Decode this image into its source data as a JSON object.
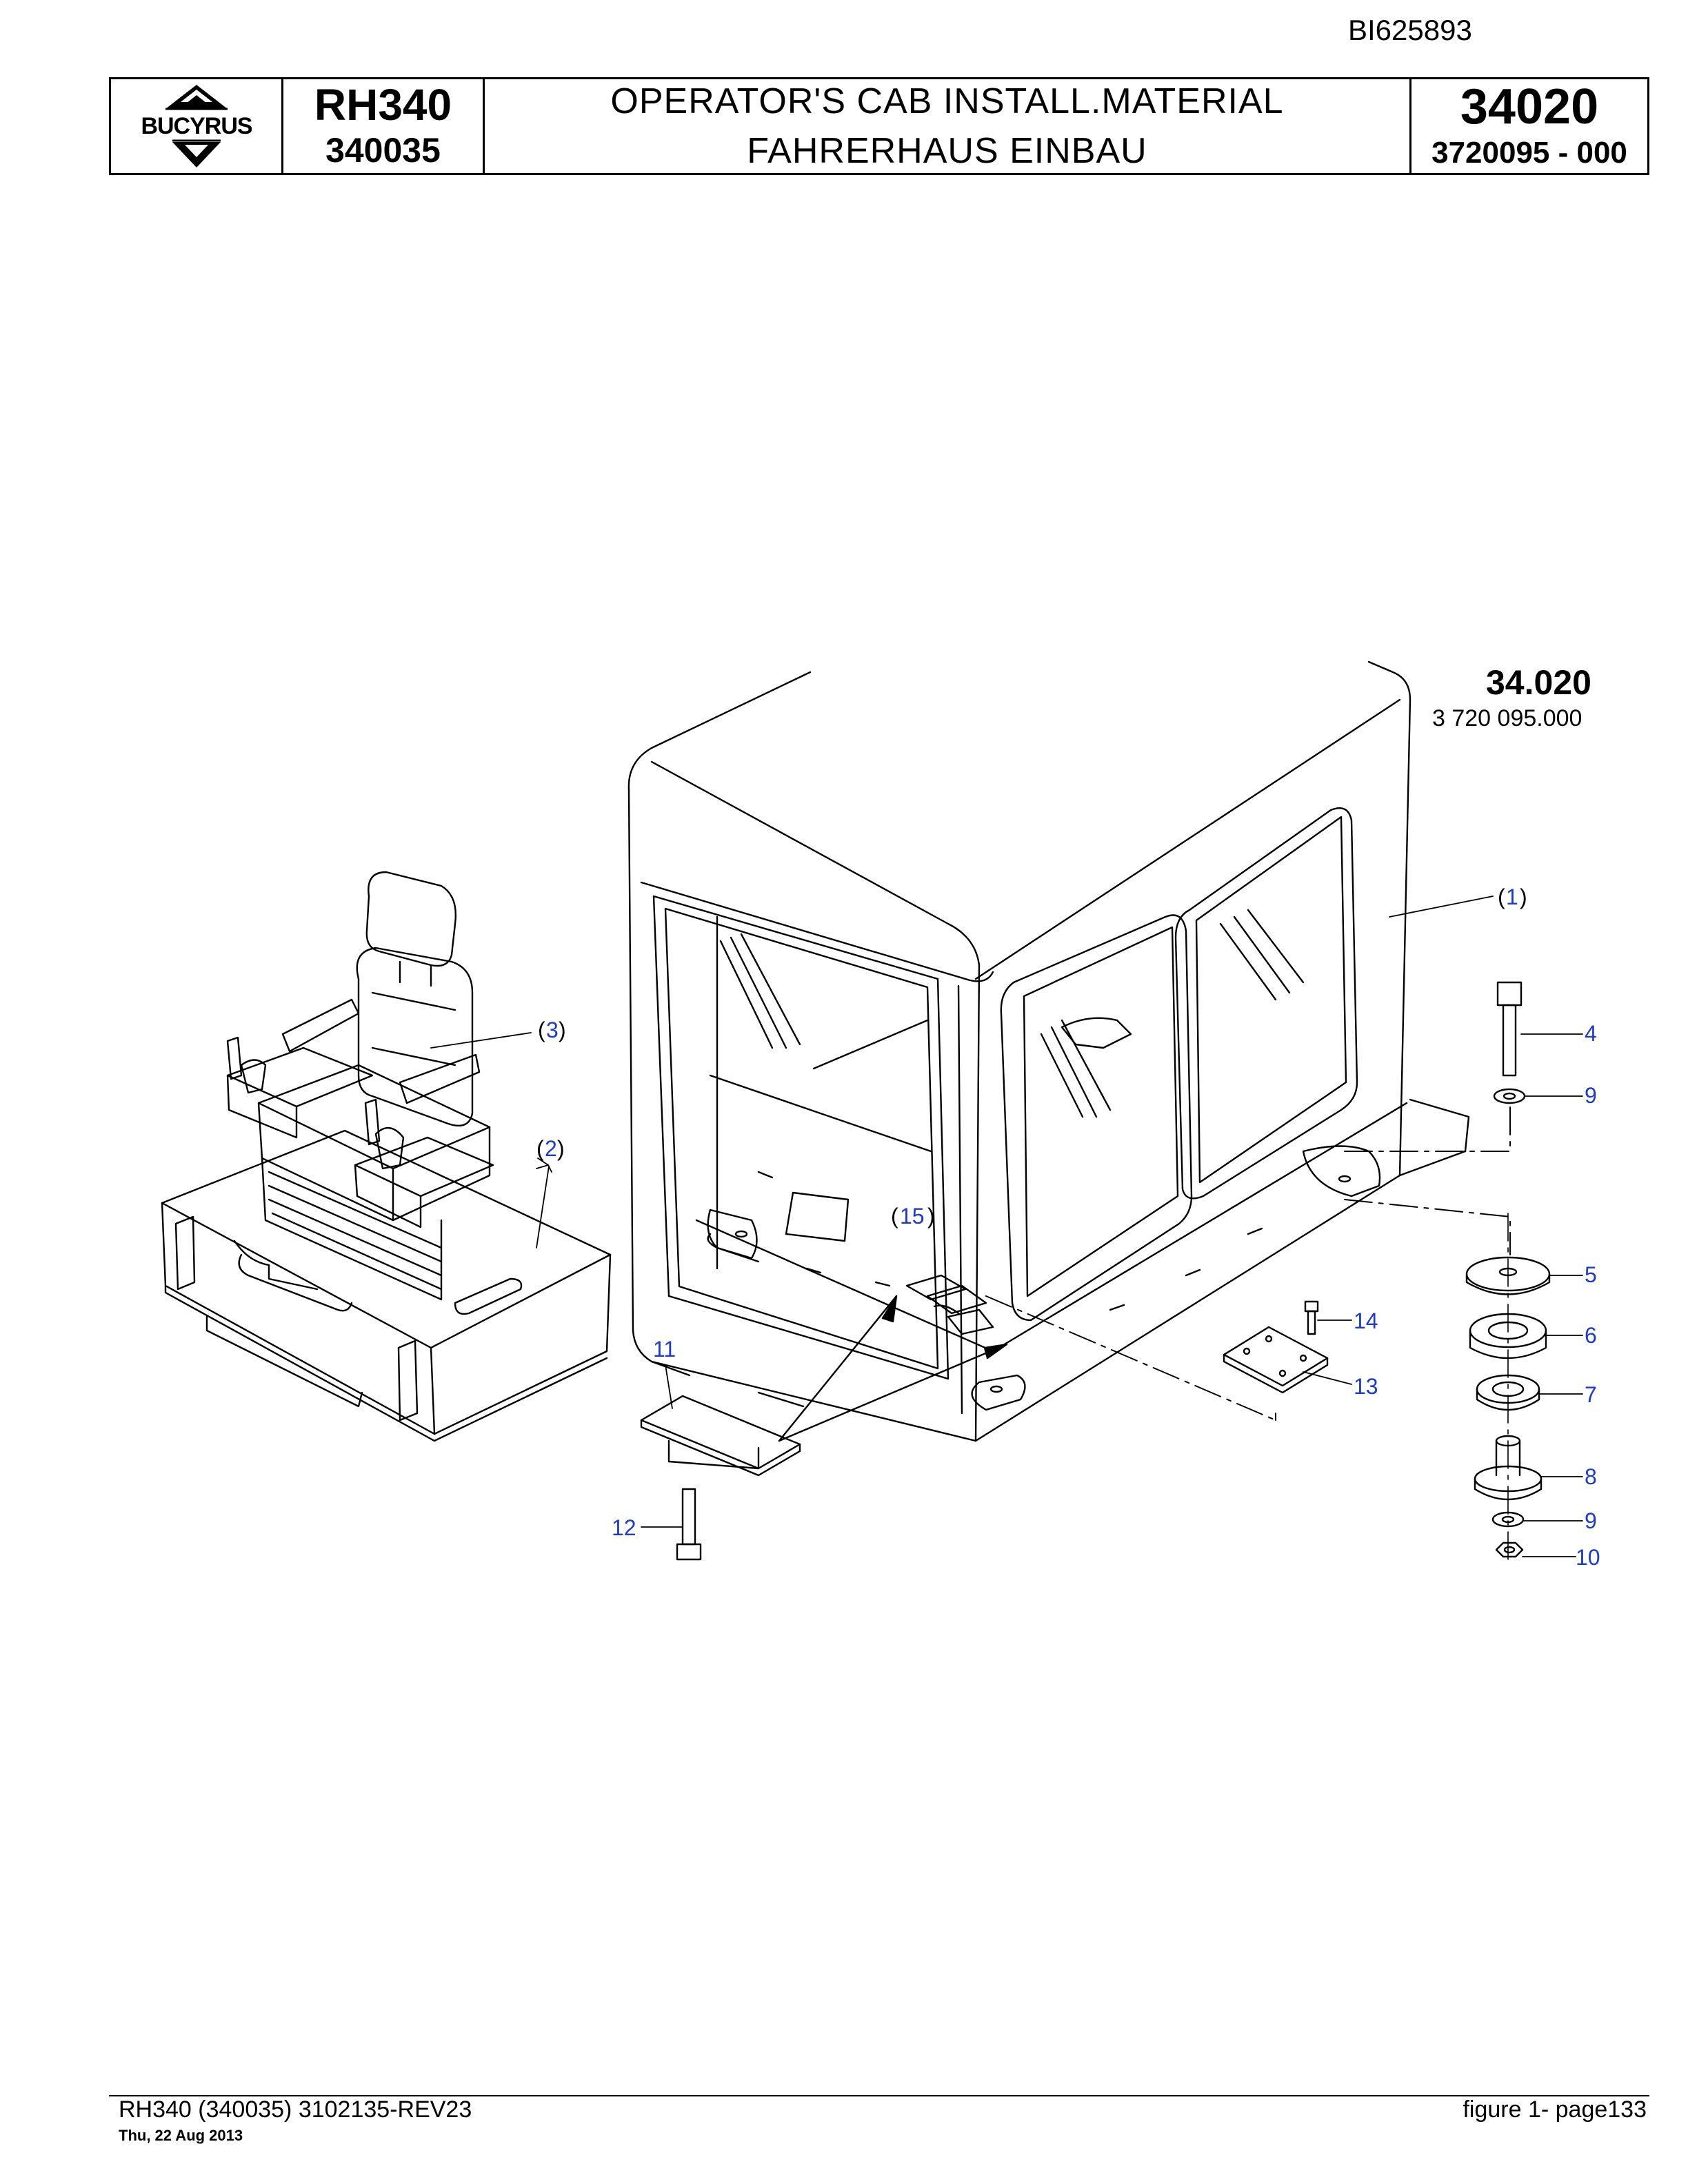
{
  "document_id": "BI625893",
  "header": {
    "brand": "BUCYRUS",
    "model": "RH340",
    "serial": "340035",
    "title_en": "OPERATOR'S CAB INSTALL.MATERIAL",
    "title_de": "FAHRERHAUS EINBAU",
    "group_number": "34020",
    "part_number": "3720095  - 000"
  },
  "figure": {
    "group_ref": "34.020",
    "assembly_number": "3 720 095.000",
    "callouts": [
      {
        "id": "1",
        "text": "1"
      },
      {
        "id": "2",
        "text": "2"
      },
      {
        "id": "3",
        "text": "3"
      },
      {
        "id": "4",
        "text": "4"
      },
      {
        "id": "5",
        "text": "5"
      },
      {
        "id": "6",
        "text": "6"
      },
      {
        "id": "7",
        "text": "7"
      },
      {
        "id": "8",
        "text": "8"
      },
      {
        "id": "9a",
        "text": "9"
      },
      {
        "id": "9b",
        "text": "9"
      },
      {
        "id": "10",
        "text": "10"
      },
      {
        "id": "11",
        "text": "11"
      },
      {
        "id": "12",
        "text": "12"
      },
      {
        "id": "13",
        "text": "13"
      },
      {
        "id": "14",
        "text": "14"
      },
      {
        "id": "15",
        "text": "15"
      }
    ],
    "callout_color": "#1f3bbf"
  },
  "footer": {
    "doc_ref": "RH340 (340035) 3102135-REV23",
    "date": "Thu, 22 Aug 2013",
    "page": "figure  1- page133"
  }
}
